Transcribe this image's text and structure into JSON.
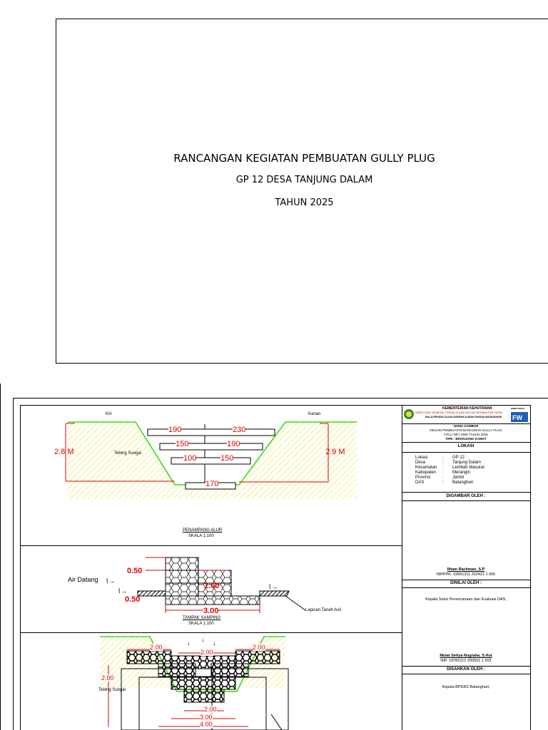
{
  "cover": {
    "title": "RANCANGAN KEGIATAN PEMBUATAN GULLY PLUG",
    "subtitle": "GP 12 DESA TANJUNG DALAM",
    "year": "TAHUN 2025"
  },
  "section1": {
    "left_label": "Kiri",
    "right_label": "Kanan",
    "bank_label": "Tebing Sungai",
    "height_left": "2.8 M",
    "height_right": "2.9 M",
    "dims": [
      "190",
      "230",
      "150",
      "190",
      "100",
      "150",
      "170"
    ],
    "caption": "PENAMPANG ALUR",
    "scale": "SKALA 1:100"
  },
  "section2": {
    "water_label": "Air Datang",
    "dim_top": "0.50",
    "dim_step": "1.00",
    "dim_bottom": "0.50",
    "dim_length": "3.00",
    "soil_label": "Lapisan Tanah Asli",
    "caption": "TAMPAK SAMPING",
    "scale": "SKALA 1:100"
  },
  "section3": {
    "dim_left": "2.00",
    "dim_center": "2.00",
    "dim_right": "2.00",
    "dim_height": "2.00",
    "bank_label": "Tebing Sungai",
    "dim_b1": "2.00",
    "dim_b2": "3.00",
    "dim_b3": "4.00"
  },
  "titleblock": {
    "ministry": "KEMENTERIAN KEHUTANAN",
    "directorate": "DIREKTORAT JENDERAL PENGELOLAAN DAS DAN REHABILITASI HUTAN",
    "office": "BALAI PENGELOLAAN DAERAH ALIRAN SUNGAI BATANGHARI",
    "badge": "DIREKTORAT",
    "drawing_name_label": "NAMA GAMBAR",
    "drawing_name_1": "DESAIN PEMBUATAN BANGUNAN GULLY PLUG",
    "drawing_name_2": "FOLU NET SINK TAHUN 2025",
    "drawing_type": "TIPE : BRONJONG KAWAT",
    "location_header": "LOKASI",
    "location": [
      {
        "key": "Lokasi",
        "sep": ":",
        "val": "GP 12"
      },
      {
        "key": "Desa",
        "sep": ":",
        "val": "Tanjung Dalam"
      },
      {
        "key": "Kecamatan",
        "sep": ":",
        "val": "Lembah Masurai"
      },
      {
        "key": "Kabupaten",
        "sep": ":",
        "val": "Merangin"
      },
      {
        "key": "Provinsi",
        "sep": ":",
        "val": "Jambi"
      },
      {
        "key": "DAS",
        "sep": ":",
        "val": "Batanghari"
      }
    ],
    "drawn_by_header": "DIGAMBAR OLEH :",
    "drawn_by_name": "Ilham Rachman, S.P",
    "drawn_by_nip": "NIPPPK. 19991311 202421 1 006",
    "assessed_by_header": "DINILAI OLEH :",
    "assessed_by_role": "Kepala Seksi Perencanaan dan Evaluasi DAS,",
    "assessed_by_name": "Mulat Setiya Nugraha, S.Hut",
    "assessed_by_nip": "NIP.  19781012 200501 1 003",
    "approved_by_header": "DISAHKAN OLEH :",
    "approved_by_role": "Kepala BPDAS Batanghari,"
  }
}
